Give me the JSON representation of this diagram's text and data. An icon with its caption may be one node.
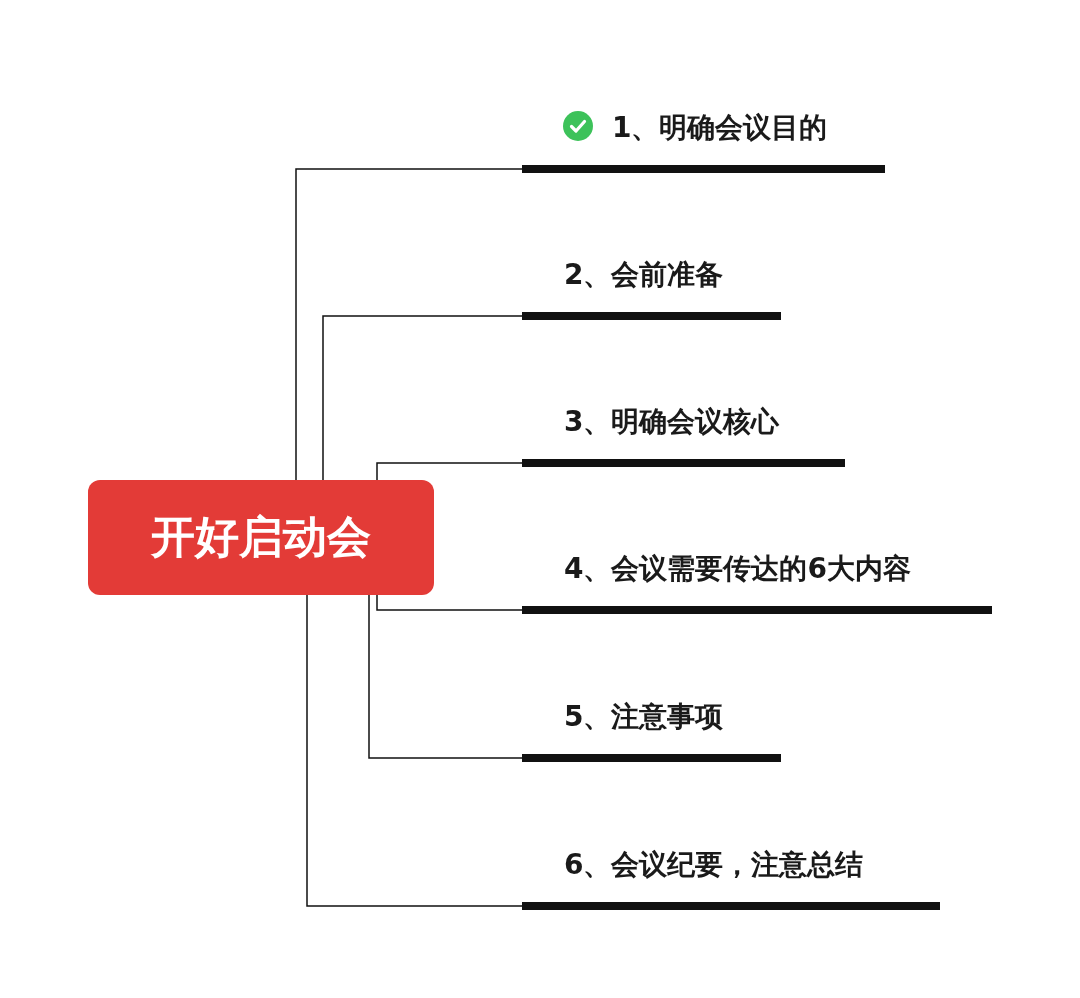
{
  "diagram": {
    "nodes": [
      {
        "text": [
          "开好启动会"
        ]
      },
      {
        "text": [
          "1、明确会议目的"
        ]
      },
      {
        "text": [
          "2、会前准备"
        ]
      },
      {
        "text": [
          "3、明确会议核心"
        ]
      },
      {
        "text": [
          "4、会议需要传达的6大内容"
        ]
      },
      {
        "text": [
          "5、注意事项"
        ]
      },
      {
        "text": [
          "6、会议纪要，注意总结"
        ]
      }
    ],
    "edges": [
      {
        "from": 0,
        "to": 1,
        "arrow": "none"
      },
      {
        "from": 0,
        "to": 2,
        "arrow": "none"
      },
      {
        "from": 0,
        "to": 3,
        "arrow": "none"
      },
      {
        "from": 0,
        "to": 4,
        "arrow": "none"
      },
      {
        "from": 0,
        "to": 5,
        "arrow": "none"
      },
      {
        "from": 0,
        "to": 6,
        "arrow": "none"
      }
    ]
  }
}
